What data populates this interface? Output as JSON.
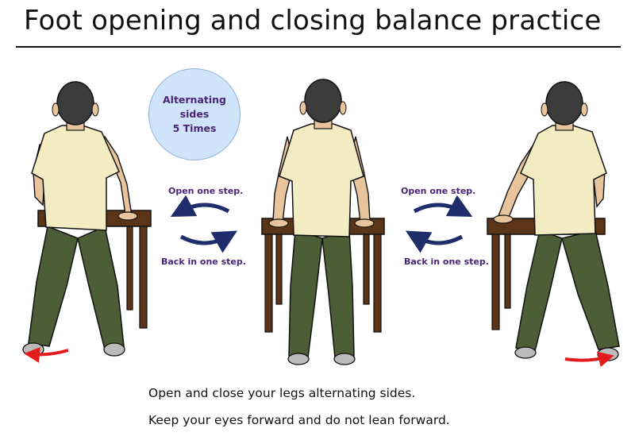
{
  "header": {
    "title": "Foot opening and closing balance practice"
  },
  "badge": {
    "line1": "Alternating sides",
    "line2": "5 Times"
  },
  "arrows": {
    "left": {
      "top_label": "Open one step.",
      "bottom_label": "Back in one step."
    },
    "right": {
      "top_label": "Open one step.",
      "bottom_label": "Back in one step."
    }
  },
  "instructions": [
    "Open and close your legs alternating sides.",
    "Keep your eyes forward and do not lean forward."
  ],
  "colors": {
    "arrow": "#1f2e6b",
    "label": "#4a2577",
    "badge_fill": "#cfe3fb",
    "shirt": "#f3ebc2",
    "pants": "#4c5e35",
    "table": "#5c3518",
    "foot_arrow": "#e21c1c"
  }
}
